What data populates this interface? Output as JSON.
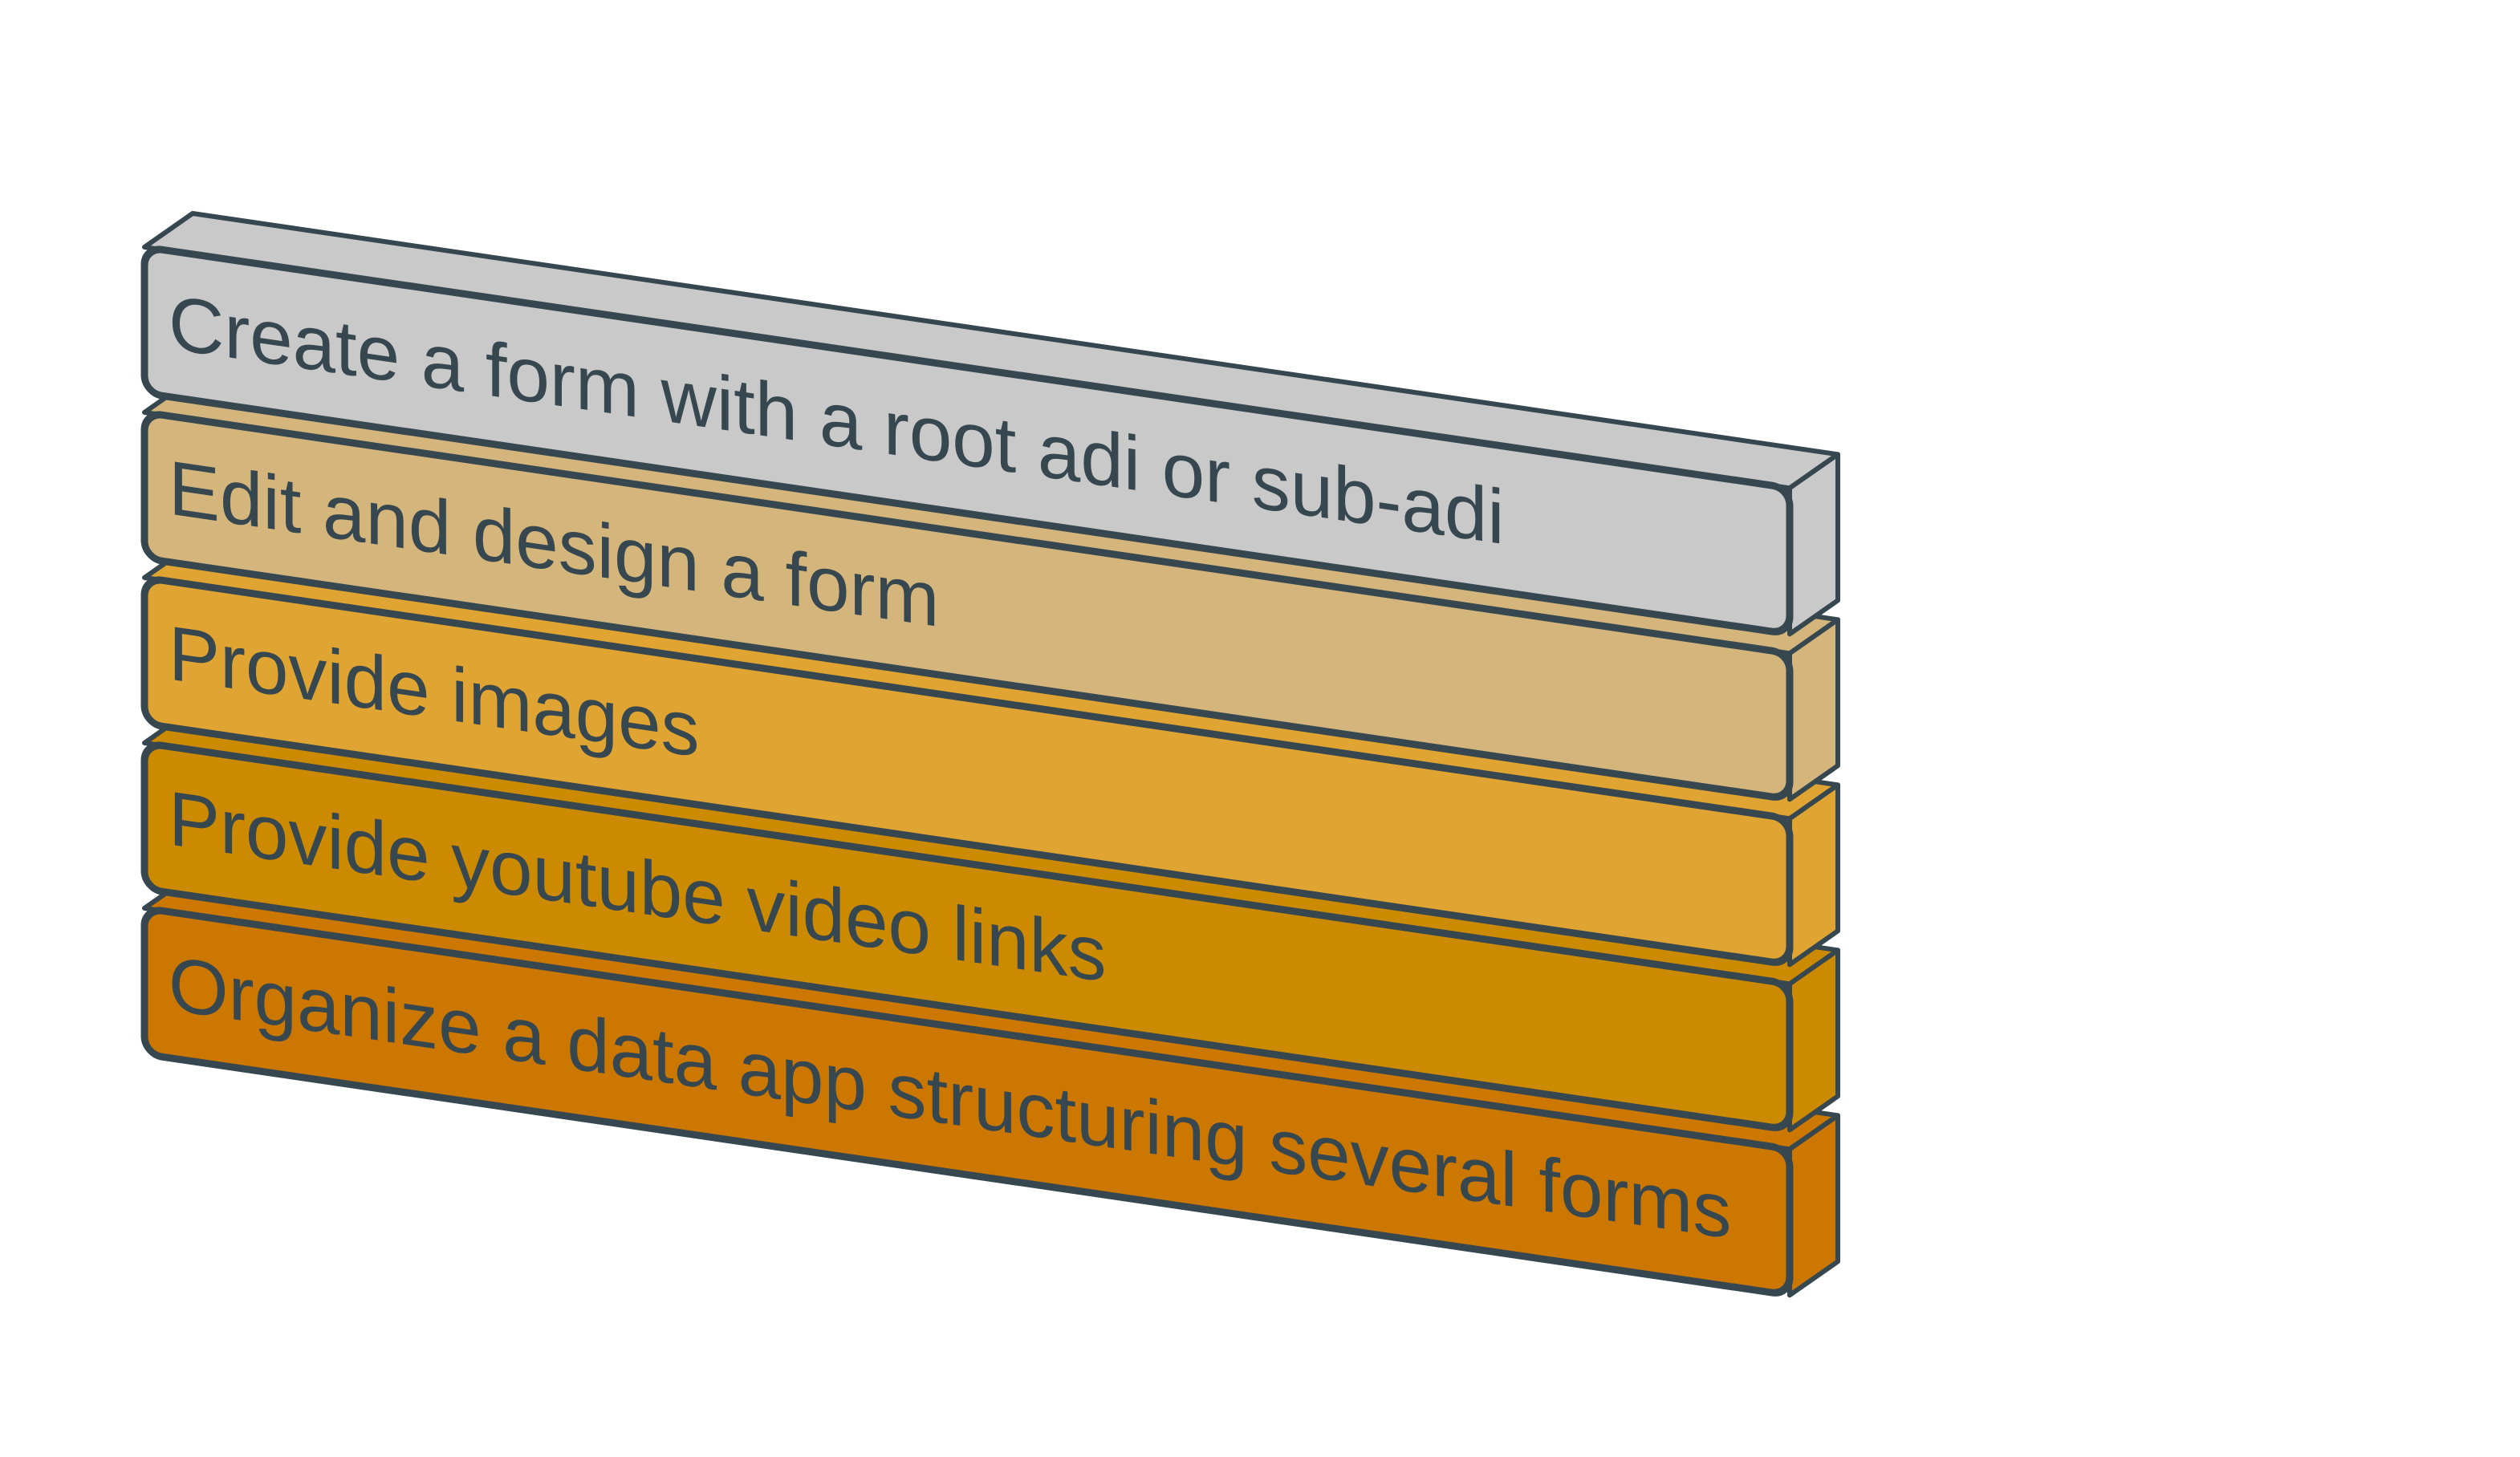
{
  "diagram": {
    "type": "stacked-layers",
    "stroke_color": "#36474f",
    "layers": [
      {
        "label": "Create a form with a root adi or sub-adi",
        "color": "#c9c9c9"
      },
      {
        "label": "Edit and design a form",
        "color": "#d4b67d"
      },
      {
        "label": "Provide images",
        "color": "#e0a433"
      },
      {
        "label": "Provide youtube video links",
        "color": "#cc8a00"
      },
      {
        "label": "Organize a data app structuring several forms",
        "color": "#cc7700"
      }
    ]
  }
}
